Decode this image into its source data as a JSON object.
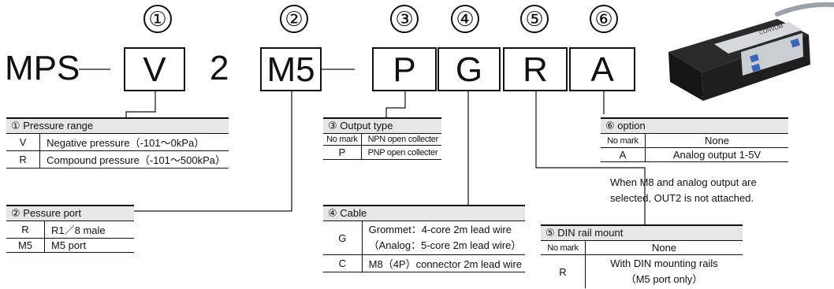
{
  "code": {
    "prefix": "MPS",
    "seg_v": "V",
    "seg_2": "2",
    "seg_m5": "M5",
    "seg_p": "P",
    "seg_g": "G",
    "seg_r": "R",
    "seg_a": "A"
  },
  "markers": [
    "①",
    "②",
    "③",
    "④",
    "⑤",
    "⑥"
  ],
  "product_label": "CONVUM",
  "pressure_range": {
    "title": "① Pressure range",
    "rows": [
      {
        "code": "V",
        "desc": "Negative pressure（-101～0kPa）"
      },
      {
        "code": "R",
        "desc": "Compound pressure（-101～500kPa）"
      }
    ]
  },
  "pressure_port": {
    "title": "② Pessure port",
    "rows": [
      {
        "code": "R",
        "desc": "R1／8 male"
      },
      {
        "code": "M5",
        "desc": "M5 port"
      }
    ]
  },
  "output_type": {
    "title": "③ Output type",
    "rows": [
      {
        "code": "No mark",
        "desc": "NPN open collecter"
      },
      {
        "code": "P",
        "desc": "PNP open collecter"
      }
    ]
  },
  "cable": {
    "title": "④ Cable",
    "rows": [
      {
        "code": "G",
        "desc": "Grommet：4-core 2m lead wire",
        "desc2": "（Analog：5-core 2m lead wire）"
      },
      {
        "code": "C",
        "desc": "M8（4P）connector 2m lead wire"
      }
    ]
  },
  "din_rail": {
    "title": "⑤ DIN rail mount",
    "rows": [
      {
        "code": "No mark",
        "desc": "None"
      },
      {
        "code": "R",
        "desc": "With DIN mounting rails",
        "desc2": "（M5 port only）"
      }
    ]
  },
  "option": {
    "title": "⑥ option",
    "rows": [
      {
        "code": "No mark",
        "desc": "None"
      },
      {
        "code": "A",
        "desc": "Analog output 1-5V"
      }
    ],
    "note_line1": "When M8 and analog output are",
    "note_line2": "selected, OUT2 is not attached."
  }
}
